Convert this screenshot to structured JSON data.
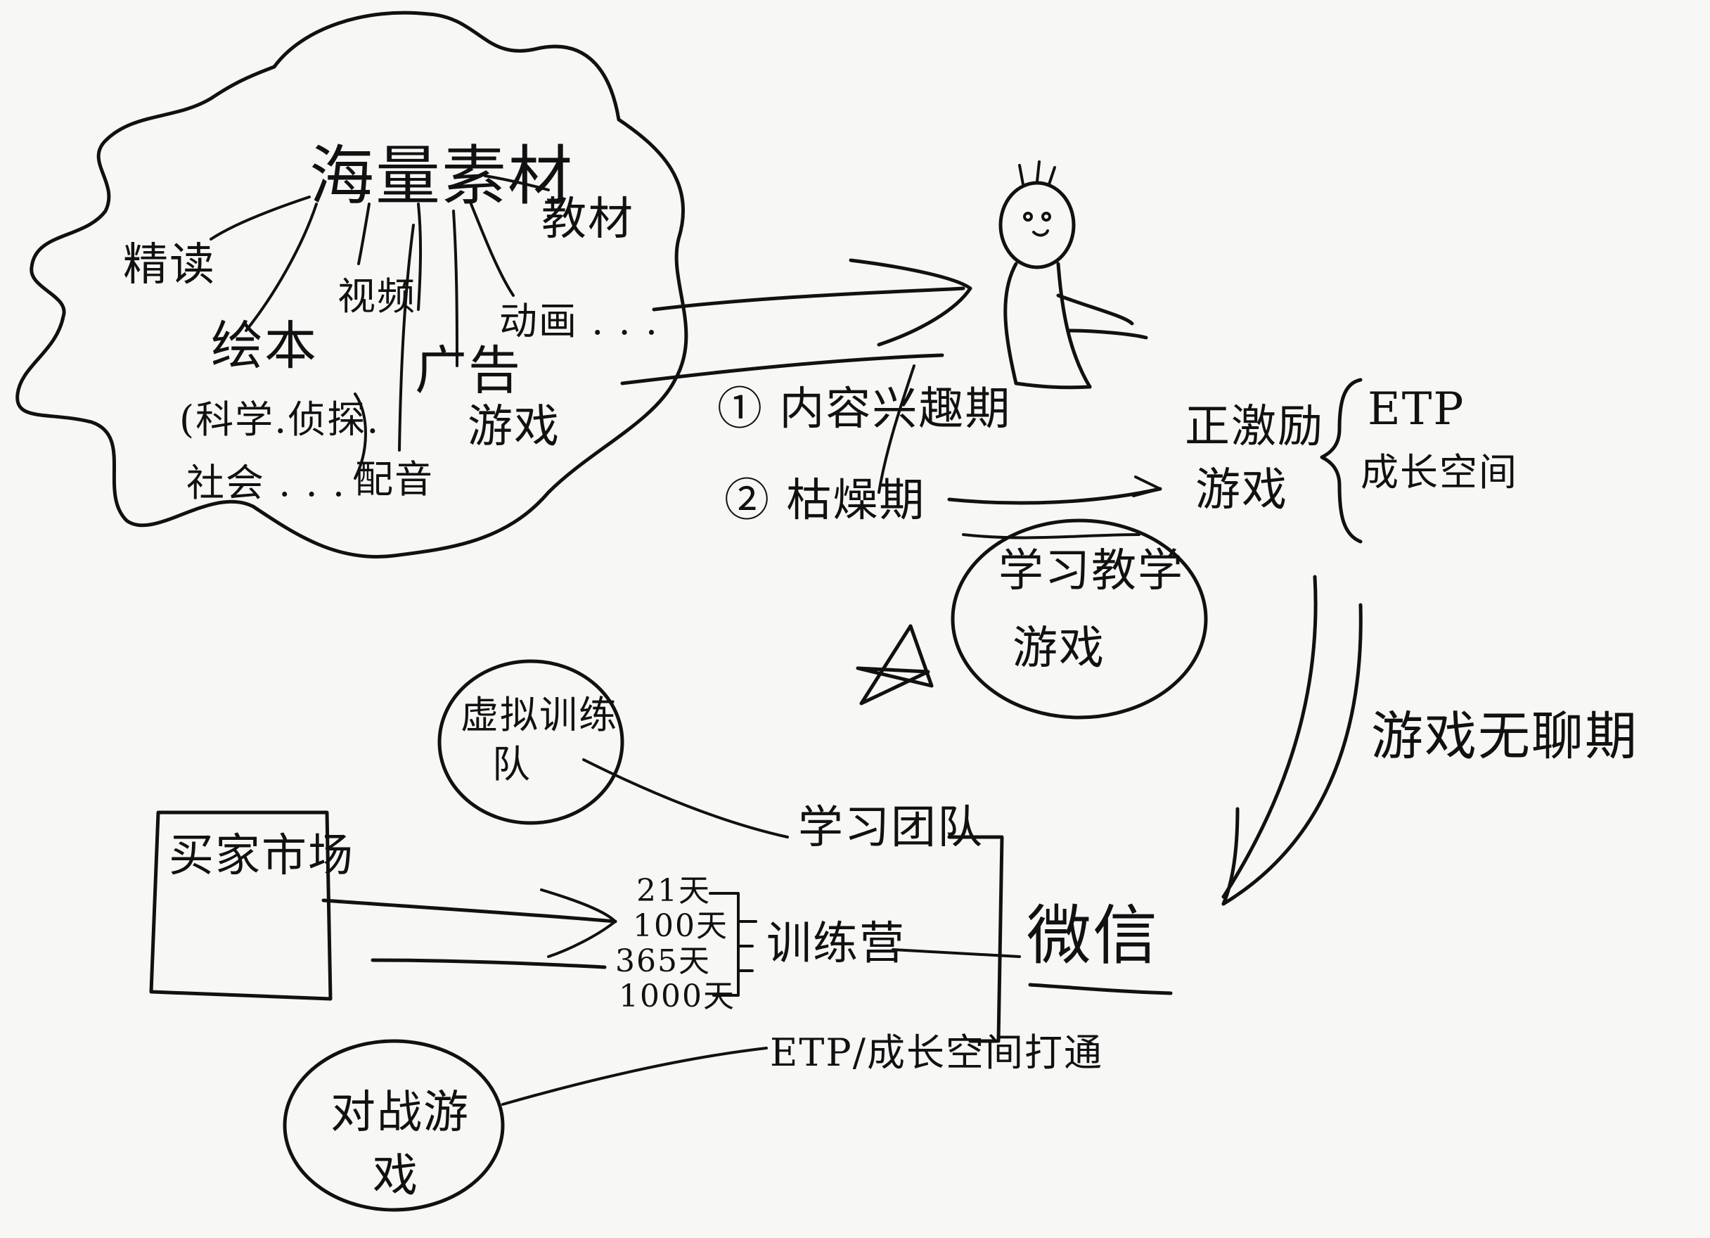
{
  "sketch": {
    "cloud": {
      "title": "海量素材",
      "branches": {
        "intensive_reading": "精读",
        "picture_books": "绘本",
        "picture_books_genres_1": "(科学.侦探.",
        "picture_books_genres_2": "社会 . . .",
        "video": "视频",
        "ads": "广告",
        "dubbing": "配音",
        "animation": "动画 . . .",
        "games": "游戏",
        "textbooks": "教材"
      }
    },
    "stages": {
      "stage_1": "① 内容兴趣期",
      "stage_2": "② 枯燥期"
    },
    "positive_motivation": {
      "line1": "正激励",
      "line2": "游戏",
      "brace_line1": "ETP",
      "brace_line2": "成长空间"
    },
    "learning_teaching": {
      "line1": "学习教学",
      "line2": "游戏"
    },
    "game_boredom_stage": "游戏无聊期",
    "virtual_group": {
      "line1": "虚拟训练",
      "line2": "队"
    },
    "study_group": "学习团队",
    "practice_camp": "训练营",
    "camp_durations": [
      "21天",
      "100天",
      "365天",
      "1000天"
    ],
    "wechat": "微信",
    "real_market": "买家市场",
    "etp_growth": "ETP/成长空间打通",
    "pvp_game": {
      "line1": "对战游",
      "line2": "戏"
    }
  }
}
